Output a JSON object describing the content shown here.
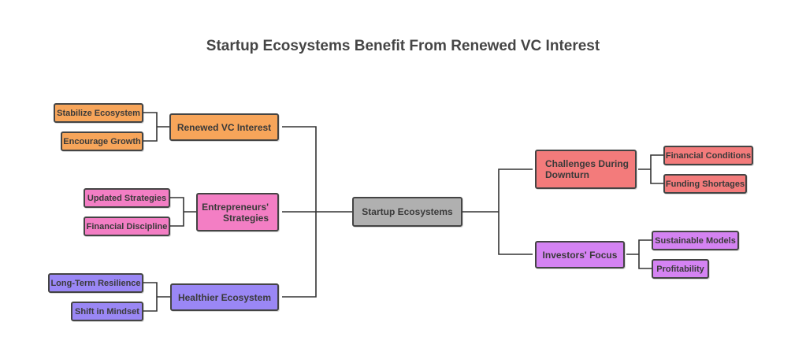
{
  "title": "Startup Ecosystems Benefit From Renewed VC Interest",
  "colors": {
    "orange": "#f7a55a",
    "pink": "#f37ec4",
    "purple": "#9a87f5",
    "red": "#f37b7b",
    "violet": "#d483f2",
    "gray": "#b0b0b0",
    "line": "#333333"
  },
  "center": {
    "label": "Startup Ecosystems"
  },
  "left_branches": [
    {
      "label": "Renewed VC Interest",
      "children": [
        "Stabilize Ecosystem",
        "Encourage Growth"
      ]
    },
    {
      "label": "Entrepreneurs' Strategies",
      "children": [
        "Updated Strategies",
        "Financial Discipline"
      ]
    },
    {
      "label": "Healthier Ecosystem",
      "children": [
        "Long-Term Resilience",
        "Shift in Mindset"
      ]
    }
  ],
  "right_branches": [
    {
      "label": "Challenges During Downturn",
      "children": [
        "Financial Conditions",
        "Funding Shortages"
      ]
    },
    {
      "label": "Investors' Focus",
      "children": [
        "Sustainable Models",
        "Profitability"
      ]
    }
  ]
}
